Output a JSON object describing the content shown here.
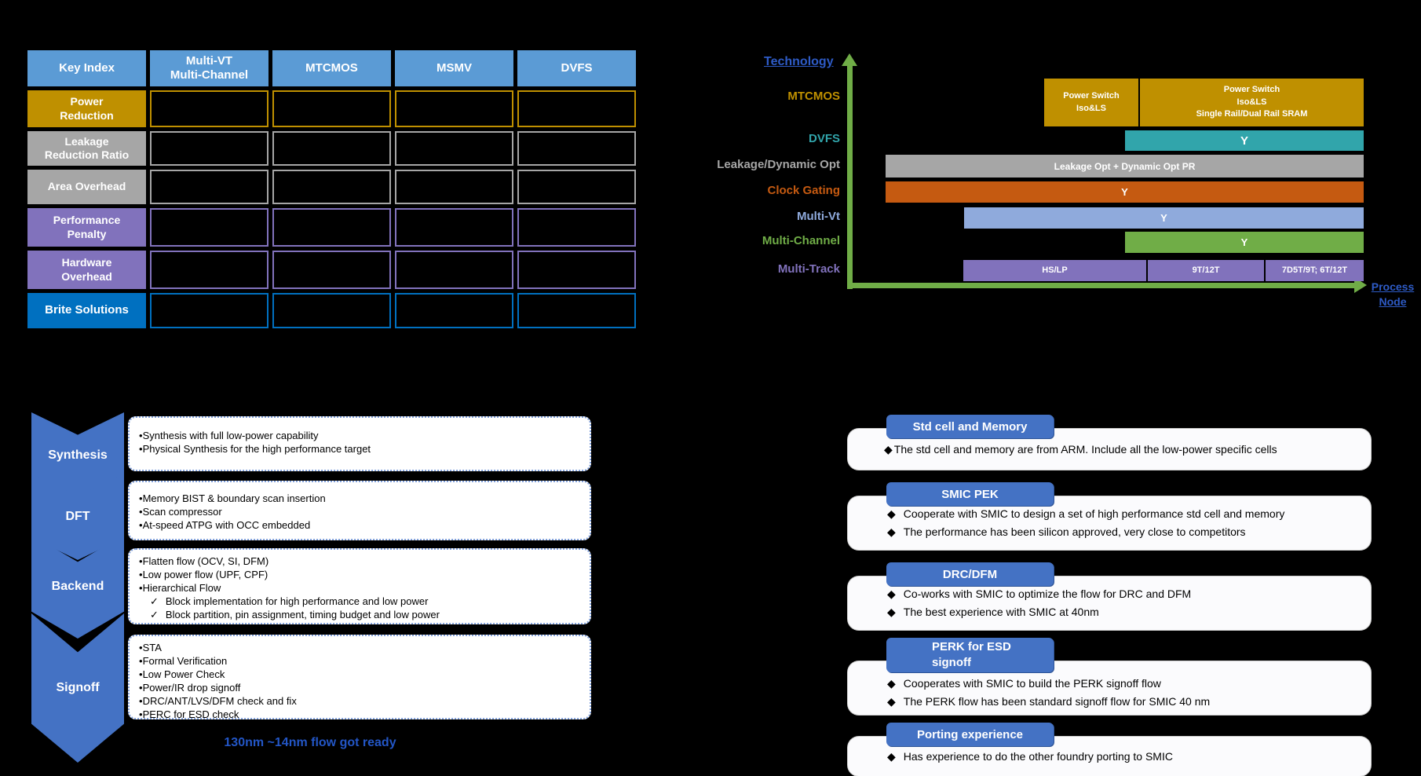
{
  "icons": {
    "dot_bullet": "•",
    "check": "✓",
    "diamond_bullet": "◆"
  },
  "colors": {
    "background": "#000000",
    "table_header_blue": "#5B9BD5",
    "gold": "#BF9000",
    "gray": "#A6A6A6",
    "purple": "#8172BC",
    "brite_blue": "#0070C0",
    "teal": "#31A5AB",
    "orange": "#C55A11",
    "light_blue": "#8FAADC",
    "green": "#70AD47",
    "chevron_blue": "#4472C4",
    "axis_label_blue": "#2E5BC6"
  },
  "comparison_table": {
    "columns": [
      "Key Index",
      "Multi-VT\nMulti-Channel",
      "MTCMOS",
      "MSMV",
      "DVFS"
    ],
    "rows": [
      "Power\nReduction",
      "Leakage\nReduction Ratio",
      "Area Overhead",
      "Performance\nPenalty",
      "Hardware\nOverhead",
      "Brite Solutions"
    ],
    "cell_values": "hidden (black cells)"
  },
  "roadmap": {
    "type": "timeline-bars",
    "y_axis_label": "Technology",
    "x_axis_label": "Process\nNode",
    "rows": [
      {
        "label": "MTCMOS",
        "bars": [
          {
            "text": "Power Switch\nIso&LS"
          },
          {
            "text": "Power Switch\nIso&LS\nSingle Rail/Dual Rail SRAM"
          }
        ]
      },
      {
        "label": "DVFS",
        "bars": [
          {
            "text": "Y"
          }
        ]
      },
      {
        "label": "Leakage/Dynamic Opt",
        "bars": [
          {
            "text": "Leakage Opt + Dynamic Opt PR"
          }
        ]
      },
      {
        "label": "Clock Gating",
        "bars": [
          {
            "text": "Y"
          }
        ]
      },
      {
        "label": "Multi-Vt",
        "bars": [
          {
            "text": "Y"
          }
        ]
      },
      {
        "label": "Multi-Channel",
        "bars": [
          {
            "text": "Y"
          }
        ]
      },
      {
        "label": "Multi-Track",
        "bars": [
          {
            "text": "HS/LP"
          },
          {
            "text": "9T/12T"
          },
          {
            "text": "7D5T/9T;  6T/12T"
          }
        ]
      }
    ]
  },
  "flow": {
    "steps": [
      {
        "label": "Synthesis",
        "items": [
          "Synthesis with full low-power capability",
          "Physical Synthesis for the high performance target"
        ]
      },
      {
        "label": "DFT",
        "items": [
          "Memory BIST & boundary scan insertion",
          "Scan compressor",
          "At-speed ATPG with OCC embedded"
        ]
      },
      {
        "label": "Backend",
        "items": [
          "Flatten flow (OCV, SI, DFM)",
          "Low power flow (UPF, CPF)",
          "Hierarchical Flow"
        ],
        "check_items": [
          "Block implementation for high performance and low power",
          "Block partition, pin assignment, timing budget and low power"
        ]
      },
      {
        "label": "Signoff",
        "items": [
          "STA",
          "Formal Verification",
          "Low Power Check",
          "Power/IR drop signoff",
          "DRC/ANT/LVS/DFM check and fix",
          "PERC for ESD check"
        ]
      }
    ],
    "caption": "130nm ~14nm flow got ready"
  },
  "capabilities": {
    "sections": [
      {
        "title": "Std cell and Memory",
        "bullets": [
          "The std cell and memory are from ARM. Include all the low-power specific cells"
        ]
      },
      {
        "title": "SMIC PEK",
        "bullets": [
          "Cooperate with SMIC to design a set of high performance std cell and memory",
          "The performance has been silicon approved, very close to competitors"
        ]
      },
      {
        "title": "DRC/DFM",
        "bullets": [
          "Co-works with SMIC to optimize the flow for DRC and DFM",
          "The best experience with SMIC at 40nm"
        ]
      },
      {
        "title": "PERK for ESD\nsignoff",
        "bullets": [
          "Cooperates with SMIC to build the PERK signoff flow",
          "The PERK flow has been standard signoff flow for SMIC 40 nm"
        ]
      },
      {
        "title": "Porting experience",
        "bullets": [
          "Has experience to do the other foundry porting to SMIC"
        ]
      }
    ]
  }
}
